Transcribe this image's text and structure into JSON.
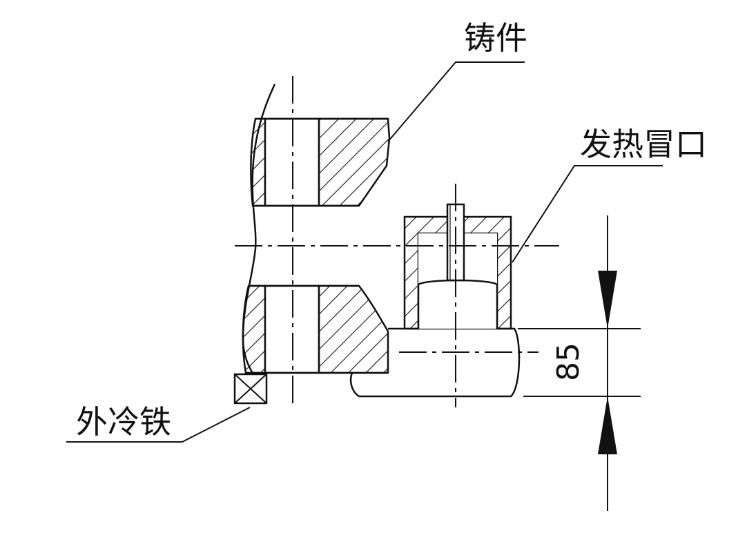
{
  "labels": {
    "casting": "铸件",
    "heating_riser": "发热冒口",
    "external_chill": "外冷铁",
    "dimension": "85"
  },
  "colors": {
    "line": "#111111",
    "background": "#ffffff"
  }
}
